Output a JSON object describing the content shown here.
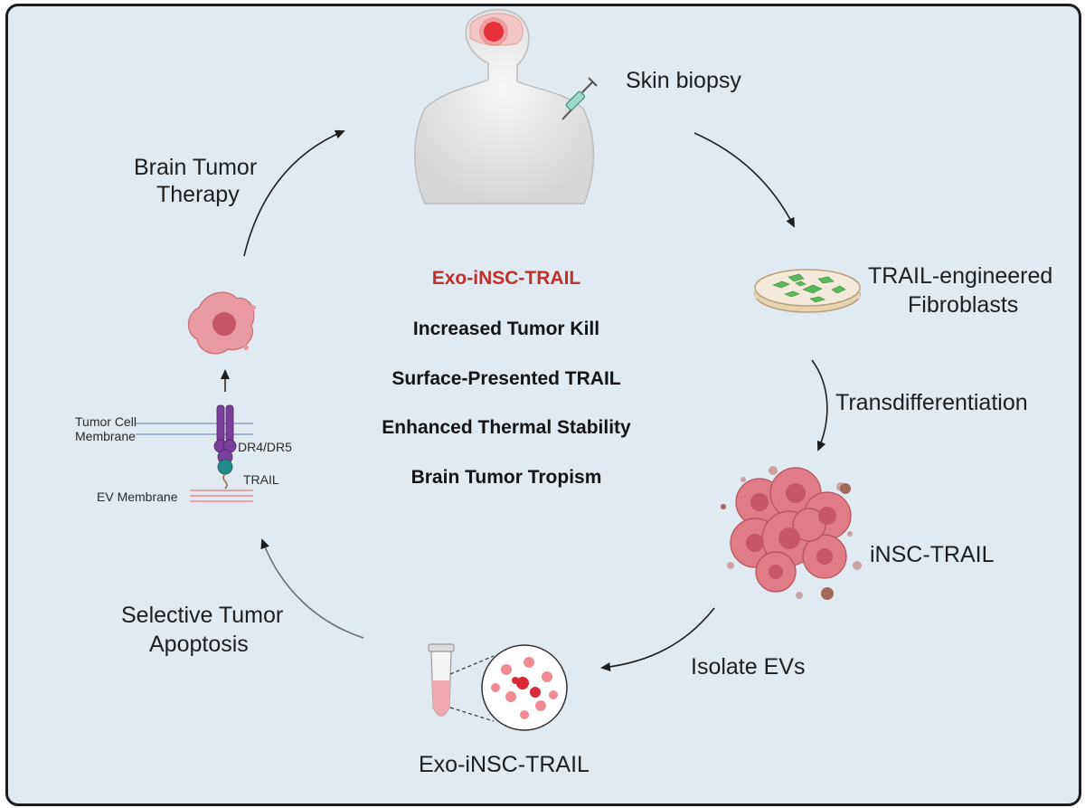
{
  "colors": {
    "title_red": "#c0302b",
    "background": "#e1e9f1",
    "tumor_pink": "#e89aa0",
    "cell_pink": "#e07c86",
    "vesicle_red": "#d92a37",
    "fibroblast_green": "#5cb85c",
    "receptor_purple": "#7a3f9a"
  },
  "steps": {
    "skin_biopsy": "Skin biopsy",
    "fibroblasts": [
      "TRAIL-engineered",
      "Fibroblasts"
    ],
    "transdiff": "Transdifferentiation",
    "insc": "iNSC-TRAIL",
    "isolate": "Isolate EVs",
    "exo": "Exo-iNSC-TRAIL",
    "apoptosis": [
      "Selective Tumor",
      "Apoptosis"
    ],
    "therapy": [
      "Brain Tumor",
      "Therapy"
    ]
  },
  "center": {
    "title": "Exo-iNSC-TRAIL",
    "features": [
      "Increased Tumor Kill",
      "Surface-Presented TRAIL",
      "Enhanced Thermal Stability",
      "Brain Tumor Tropism"
    ]
  },
  "mechanism": {
    "tumor_membrane": [
      "Tumor Cell",
      "Membrane"
    ],
    "receptor": "DR4/DR5",
    "ligand": "TRAIL",
    "ev_membrane": "EV Membrane"
  },
  "icons": [
    "human-silhouette-icon",
    "brain-tumor-icon",
    "syringe-icon",
    "petri-dish-icon",
    "cell-cluster-icon",
    "tube-icon",
    "magnified-vesicles-icon",
    "tumor-cell-icon",
    "receptor-complex-icon"
  ]
}
